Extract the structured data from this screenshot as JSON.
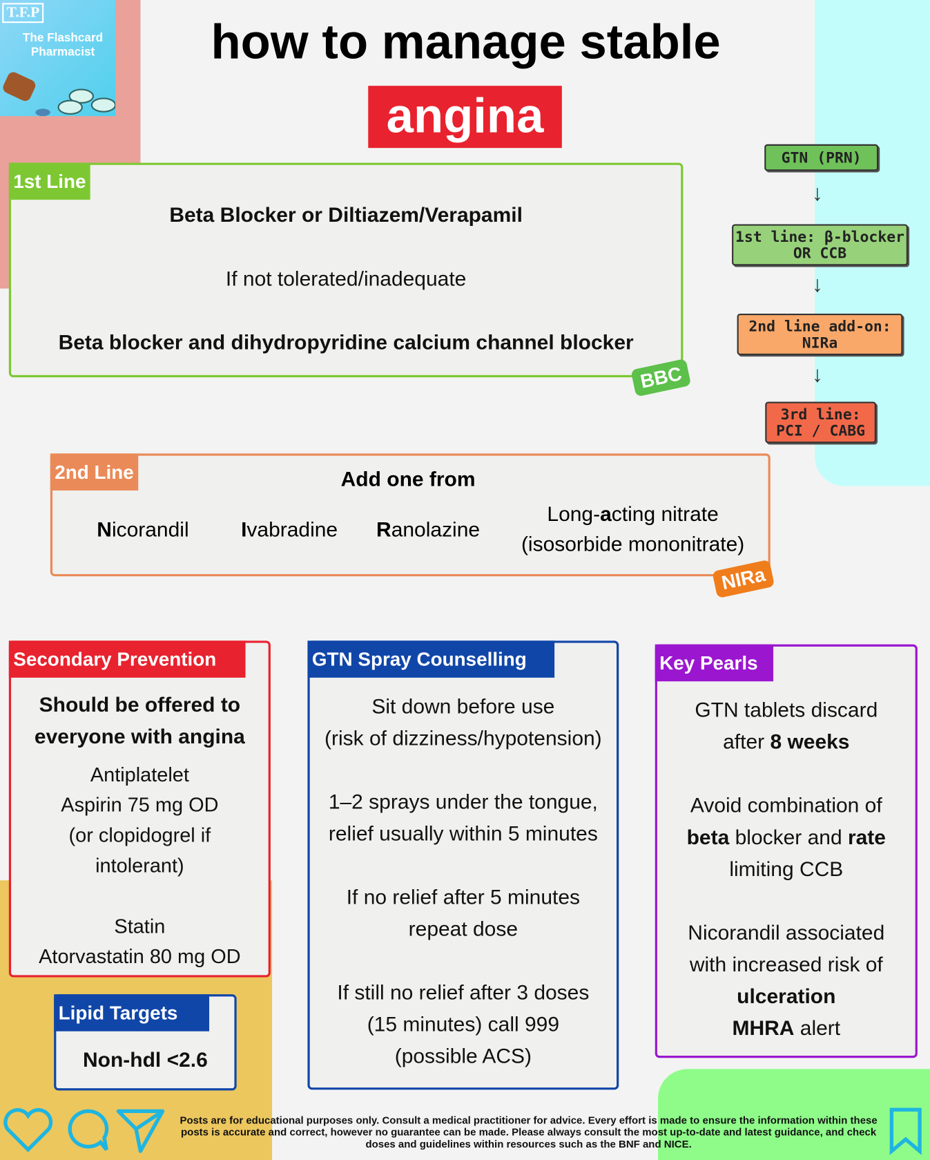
{
  "logo": {
    "abbr": "T.F.P",
    "name": "The Flashcard Pharmacist"
  },
  "title": {
    "line1": "how to manage stable",
    "line2": "angina"
  },
  "first_line": {
    "tag": "1st Line",
    "main": "Beta Blocker or Diltiazem/Verapamil",
    "middle": "If not tolerated/inadequate",
    "alt": "Beta blocker and dihydropyridine calcium channel blocker",
    "stamp": "BBC"
  },
  "flowchart": {
    "steps": [
      "GTN (PRN)",
      "1st line: β-blocker OR CCB",
      "2nd line add-on: NIRa",
      "3rd line: PCI / CABG"
    ],
    "colors": [
      "#6fc25a",
      "#97d27b",
      "#f9a86a",
      "#f2694a"
    ]
  },
  "second_line": {
    "tag": "2nd Line",
    "heading": "Add one from",
    "items": [
      {
        "first": "N",
        "rest": "icorandil"
      },
      {
        "first": "I",
        "rest": "vabradine"
      },
      {
        "first": "R",
        "rest": "anolazine"
      }
    ],
    "nitrate_pre": "Long-",
    "nitrate_a": "a",
    "nitrate_post": "cting nitrate",
    "nitrate_sub": "(isosorbide mononitrate)",
    "stamp": "NIRa"
  },
  "secondary": {
    "tag": "Secondary Prevention",
    "heading1": "Should be offered to",
    "heading2": "everyone with angina",
    "l1": "Antiplatelet",
    "l2": "Aspirin 75 mg OD",
    "l3": "(or clopidogrel if",
    "l4": "intolerant)",
    "l5": "Statin",
    "l6": "Atorvastatin 80 mg OD"
  },
  "lipid": {
    "tag": "Lipid Targets",
    "value": "Non-hdl <2.6"
  },
  "gtn": {
    "tag": "GTN Spray Counselling",
    "p1a": "Sit down before use",
    "p1b": "(risk of dizziness/hypotension)",
    "p2a": "1–2 sprays under the tongue,",
    "p2b": "relief usually within 5 minutes",
    "p3a": "If no relief after 5 minutes",
    "p3b": "repeat dose",
    "p4a": "If still no relief after 3 doses",
    "p4b": "(15 minutes) call 999",
    "p4c": "(possible ACS)"
  },
  "pearls": {
    "tag": "Key Pearls",
    "p1a": "GTN tablets discard",
    "p1b_pre": "after ",
    "p1b_bold": "8 weeks",
    "p2a": "Avoid combination of",
    "p2b_b1": "beta",
    "p2b_mid": " blocker and ",
    "p2b_b2": "rate",
    "p2c": "limiting CCB",
    "p3a": "Nicorandil associated",
    "p3b": "with increased risk of",
    "p3c": "ulceration",
    "p3d_bold": "MHRA",
    "p3d_rest": " alert"
  },
  "footer": "Posts are for educational purposes only.  Consult a medical practitioner for advice. Every effort is made to ensure the information within these posts is accurate and correct, however no guarantee can be made. Please always consult the most up-to-date and latest guidance, and check doses and guidelines within resources such as the BNF and NICE.",
  "colors": {
    "green": "#7dc832",
    "orange": "#ea8a58",
    "red": "#e8222e",
    "blue": "#1046a8",
    "purple": "#9b17cf",
    "social": "#1fb5e0"
  }
}
